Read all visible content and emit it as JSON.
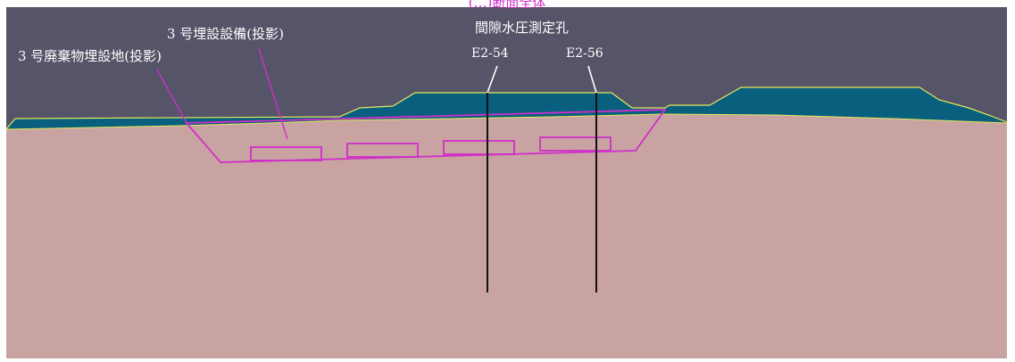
{
  "diagram": {
    "top_title_fragment": "(…)断面全体",
    "labels": {
      "facility_no3": "3 号埋設設備(投影)",
      "disposal_site_no3": "3 号廃棄物埋設地(投影)",
      "pore_pressure_holes": "間隙水圧測定孔",
      "hole_1": "E2-54",
      "hole_2": "E2-56"
    },
    "colors": {
      "sky": "#555468",
      "fill_layer": "#08607E",
      "ground": "#C8A3A2",
      "outline_yellow": "#E5E85A",
      "magenta": "#D02FC8",
      "borehole": "#111111",
      "label_text": "#FFFFFF",
      "title_text": "#D02FC8"
    }
  }
}
